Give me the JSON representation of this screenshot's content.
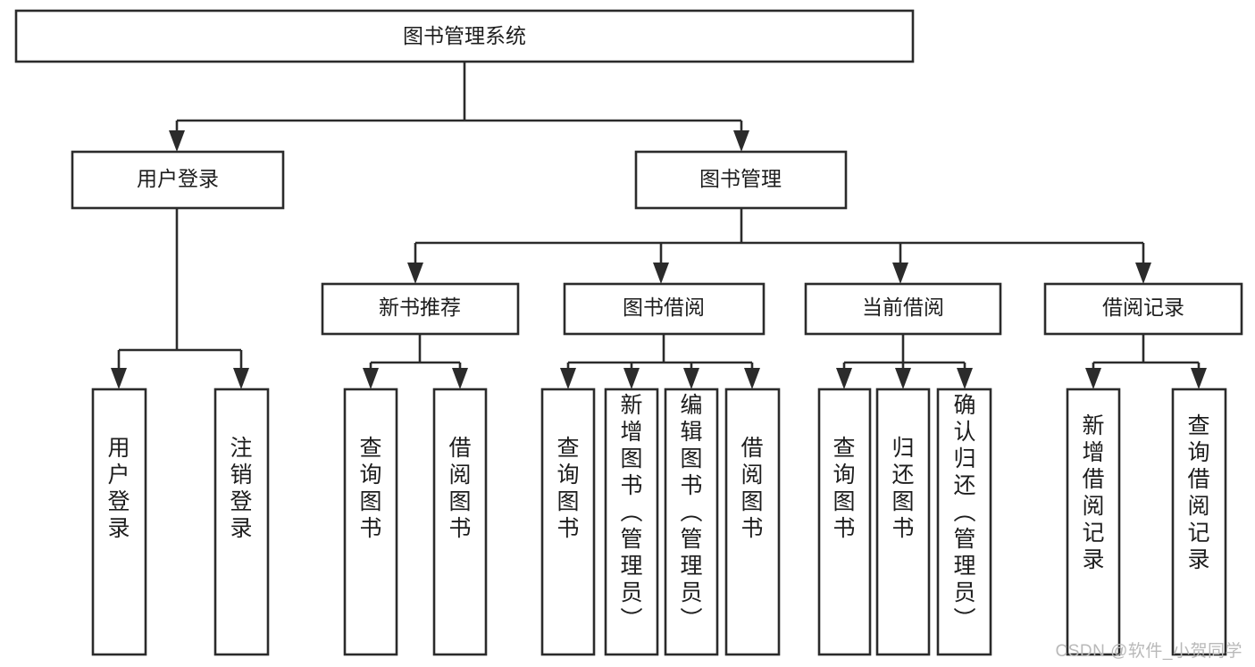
{
  "diagram": {
    "title": "图书管理系统",
    "type": "tree-hierarchy",
    "watermark": "CSDN @软件_小贺同学",
    "colors": {
      "stroke": "#2b2b2b",
      "fill": "#ffffff",
      "text": "#1d1d1d",
      "watermark": "#b9b9b9"
    },
    "levels": {
      "root": {
        "label": "图书管理系统"
      },
      "level2": [
        {
          "id": "user-login",
          "label": "用户登录"
        },
        {
          "id": "book-management",
          "label": "图书管理"
        }
      ],
      "level3": [
        {
          "id": "new-book-recommend",
          "label": "新书推荐",
          "parent": "book-management"
        },
        {
          "id": "book-borrow",
          "label": "图书借阅",
          "parent": "book-management"
        },
        {
          "id": "current-borrow",
          "label": "当前借阅",
          "parent": "book-management"
        },
        {
          "id": "borrow-record",
          "label": "借阅记录",
          "parent": "book-management"
        }
      ],
      "leaves": [
        {
          "id": "leaf-user-login",
          "label": "用户登录",
          "parent": "user-login"
        },
        {
          "id": "leaf-logout-login",
          "label": "注销登录",
          "parent": "user-login"
        },
        {
          "id": "leaf-query-book-1",
          "label": "查询图书",
          "parent": "new-book-recommend"
        },
        {
          "id": "leaf-borrow-book-1",
          "label": "借阅图书",
          "parent": "new-book-recommend"
        },
        {
          "id": "leaf-query-book-2",
          "label": "查询图书",
          "parent": "book-borrow"
        },
        {
          "id": "leaf-add-book",
          "label": "新增图书（管理员）",
          "parent": "book-borrow"
        },
        {
          "id": "leaf-edit-book",
          "label": "编辑图书（管理员）",
          "parent": "book-borrow"
        },
        {
          "id": "leaf-borrow-book-2",
          "label": "借阅图书",
          "parent": "book-borrow"
        },
        {
          "id": "leaf-query-book-3",
          "label": "查询图书",
          "parent": "current-borrow"
        },
        {
          "id": "leaf-return-book",
          "label": "归还图书",
          "parent": "current-borrow"
        },
        {
          "id": "leaf-confirm-return",
          "label": "确认归还（管理员）",
          "parent": "current-borrow"
        },
        {
          "id": "leaf-add-record",
          "label": "新增借阅记录",
          "parent": "borrow-record"
        },
        {
          "id": "leaf-query-record",
          "label": "查询借阅记录",
          "parent": "borrow-record"
        }
      ]
    }
  }
}
